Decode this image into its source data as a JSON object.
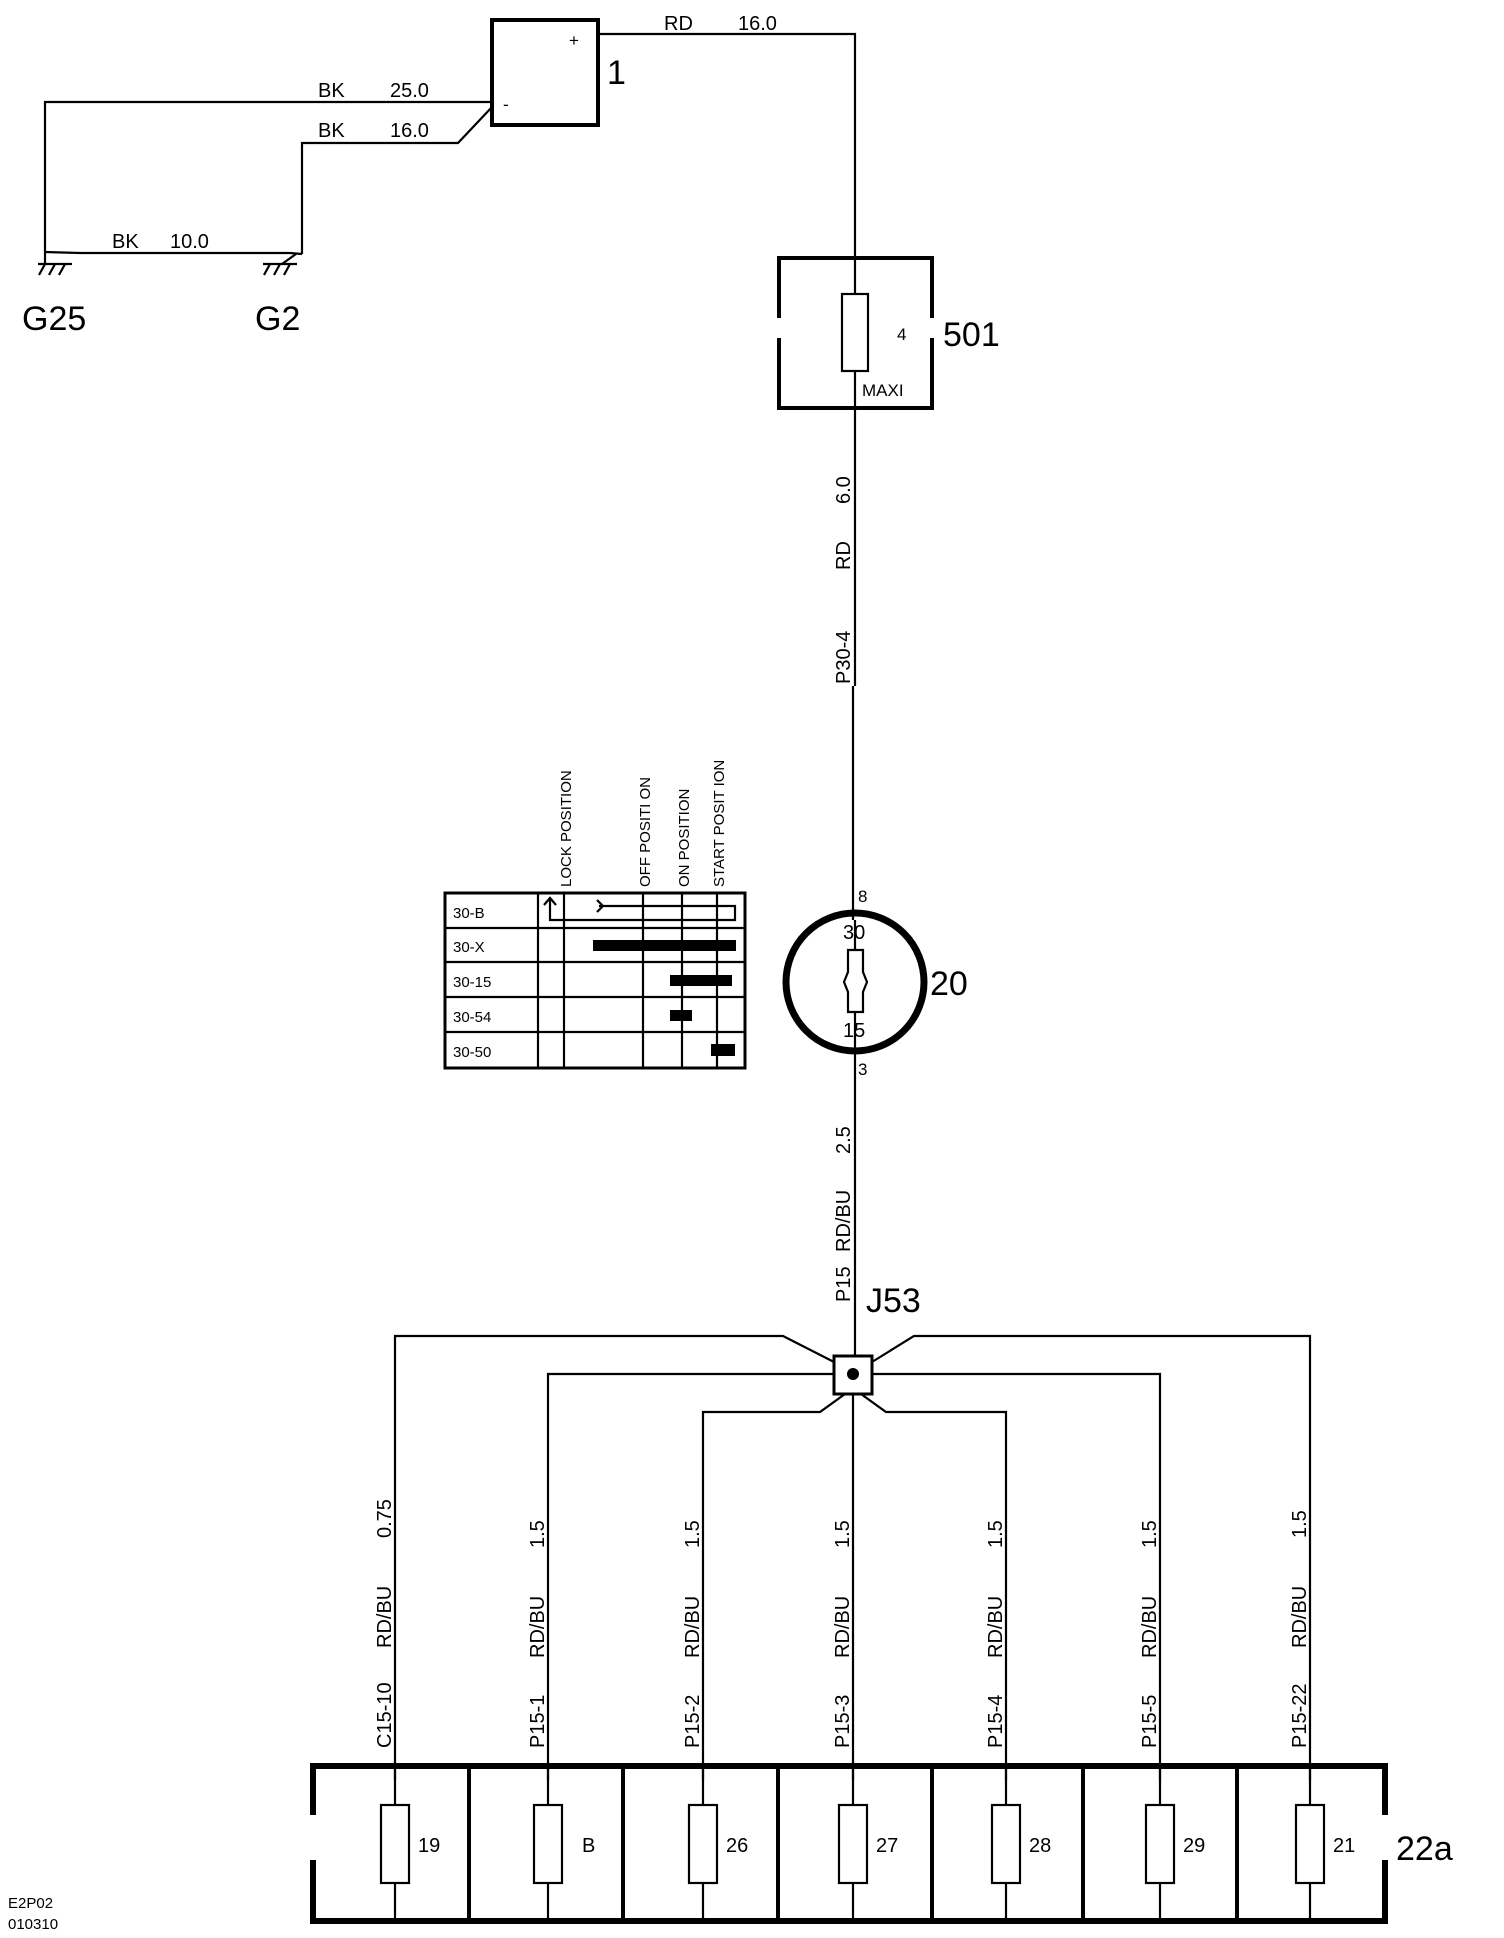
{
  "battery": {
    "id": "1",
    "plus": "+",
    "minus": "-",
    "wire_pos": {
      "color": "RD",
      "size": "16.0"
    },
    "wire_g25": {
      "color": "BK",
      "size": "25.0"
    },
    "wire_g2": {
      "color": "BK",
      "size": "16.0"
    }
  },
  "grounds": {
    "g25": "G25",
    "g2": "G2",
    "link": {
      "color": "BK",
      "size": "10.0"
    }
  },
  "maxi_fuse": {
    "id": "501",
    "number": "4",
    "type": "MAXI"
  },
  "wire_p304": {
    "circuit": "P30-4",
    "color": "RD",
    "size": "6.0"
  },
  "ignition_switch": {
    "id": "20",
    "pin_top": "8",
    "pin_bottom": "3",
    "term_in": "30",
    "term_out": "15"
  },
  "switch_table": {
    "positions": [
      "LOCK POSITION",
      "OFF POSITI ON",
      "ON POSITION",
      "START POSIT ION"
    ],
    "rows": [
      "30-B",
      "30-X",
      "30-15",
      "30-54",
      "30-50"
    ]
  },
  "wire_p15": {
    "circuit": "P15",
    "color": "RD/BU",
    "size": "2.5"
  },
  "splice": {
    "id": "J53"
  },
  "branches": [
    {
      "circuit": "C15-10",
      "color": "RD/BU",
      "size": "0.75",
      "fuse": "19"
    },
    {
      "circuit": "P15-1",
      "color": "RD/BU",
      "size": "1.5",
      "fuse": "B"
    },
    {
      "circuit": "P15-2",
      "color": "RD/BU",
      "size": "1.5",
      "fuse": "26"
    },
    {
      "circuit": "P15-3",
      "color": "RD/BU",
      "size": "1.5",
      "fuse": "27"
    },
    {
      "circuit": "P15-4",
      "color": "RD/BU",
      "size": "1.5",
      "fuse": "28"
    },
    {
      "circuit": "P15-5",
      "color": "RD/BU",
      "size": "1.5",
      "fuse": "29"
    },
    {
      "circuit": "P15-22",
      "color": "RD/BU",
      "size": "1.5",
      "fuse": "21"
    }
  ],
  "fuse_box": {
    "id": "22a"
  },
  "footer": {
    "code": "E2P02",
    "date": "010310"
  }
}
